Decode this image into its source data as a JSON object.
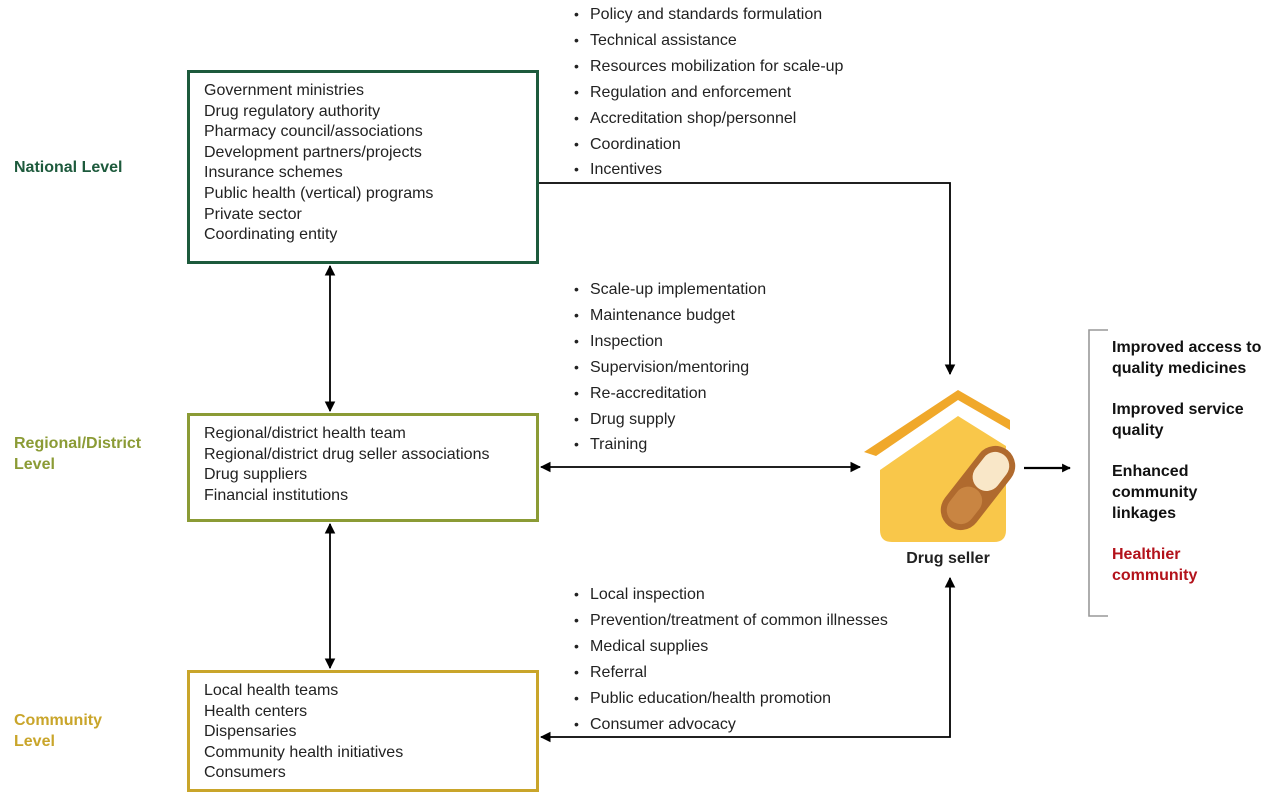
{
  "colors": {
    "national": "#1d5a3c",
    "regional": "#8b9b35",
    "community": "#c9a52a",
    "arrow": "#000000",
    "house_light": "#f9c74a",
    "house_dark": "#f0a82a",
    "pill": "#b06a2e",
    "healthier": "#b3121b",
    "bracket": "#999999"
  },
  "levels": {
    "national": "National Level",
    "regional": "Regional/District Level",
    "community": "Community Level"
  },
  "national_box": [
    "Government ministries",
    "Drug regulatory authority",
    "Pharmacy council/associations",
    "Development partners/projects",
    "Insurance schemes",
    "Public health (vertical) programs",
    "Private sector",
    "Coordinating entity"
  ],
  "regional_box": [
    "Regional/district health team",
    "Regional/district drug seller associations",
    "Drug suppliers",
    "Financial institutions"
  ],
  "community_box": [
    "Local health teams",
    "Health centers",
    "Dispensaries",
    "Community health initiatives",
    "Consumers"
  ],
  "national_roles": [
    "Policy and standards formulation",
    "Technical assistance",
    "Resources mobilization for scale-up",
    "Regulation and enforcement",
    "Accreditation shop/personnel",
    "Coordination",
    "Incentives"
  ],
  "regional_roles": [
    "Scale-up implementation",
    "Maintenance budget",
    "Inspection",
    "Supervision/mentoring",
    "Re-accreditation",
    "Drug supply",
    "Training"
  ],
  "community_roles": [
    "Local inspection",
    "Prevention/treatment of common illnesses",
    "Medical supplies",
    "Referral",
    "Public education/health promotion",
    "Consumer advocacy"
  ],
  "drug_seller": {
    "label": "Drug seller",
    "icon": "house-pill-icon"
  },
  "outcomes": [
    "Improved access to quality medicines",
    "Improved service quality",
    "Enhanced community linkages",
    "Healthier community"
  ]
}
